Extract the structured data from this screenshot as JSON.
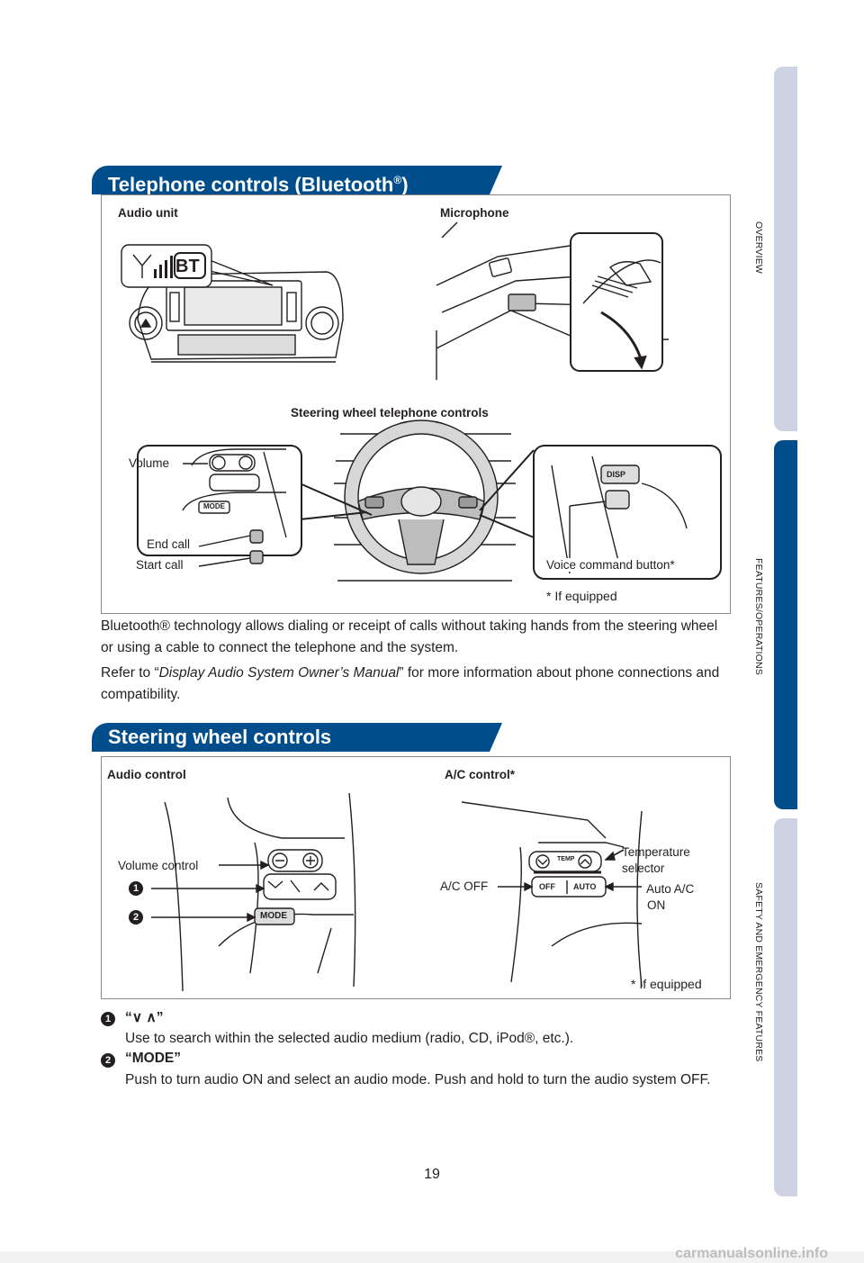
{
  "side_tabs": [
    {
      "label": "OVERVIEW",
      "active": false
    },
    {
      "label": "FEATURES/OPERATIONS",
      "active": true
    },
    {
      "label": "SAFETY AND EMERGENCY FEATURES",
      "active": false
    }
  ],
  "telephone": {
    "title": "Telephone controls (Bluetooth",
    "title_sup": "®",
    "title_close": ")",
    "audio_unit_label": "Audio unit",
    "microphone_label": "Microphone",
    "bt_text": "BT",
    "steering_label": "Steering wheel telephone controls",
    "volume_label": "Volume",
    "end_call_label": "End call",
    "start_call_label": "Start call",
    "voice_label": "Voice command button*",
    "disp_text": "DISP",
    "mode_text": "MODE",
    "footnote": "* If equipped",
    "para1": "Bluetooth® technology allows dialing or receipt of calls without taking hands from the steering wheel or using a cable to connect the telephone and the system.",
    "para2_prefix": "Refer to “",
    "para2_italic": "Display Audio System Owner’s Manual",
    "para2_suffix": "” for more information about phone connections and compatibility."
  },
  "steering": {
    "title": "Steering wheel controls",
    "audio_control_label": "Audio control",
    "ac_control_label": "A/C control*",
    "volume_control_label": "Volume control",
    "temp_selector_label_1": "Temperature",
    "temp_selector_label_2": "selector",
    "ac_off_label": "A/C OFF",
    "auto_ac_label_1": "Auto A/C",
    "auto_ac_label_2": "ON",
    "temp_text": "TEMP",
    "off_text": "OFF",
    "auto_text": "AUTO",
    "mode_text": "MODE",
    "footnote": "* If equipped",
    "badge1": "1",
    "badge2": "2",
    "item1_title": "“∨ ∧”",
    "item1_text": "Use to search within the selected audio medium (radio, CD, iPod®, etc.).",
    "item2_title": "“MODE”",
    "item2_text": "Push to turn audio ON and select an audio mode. Push and hold to turn the audio system OFF."
  },
  "page_number": "19",
  "watermark": "carmanualsonline.info"
}
